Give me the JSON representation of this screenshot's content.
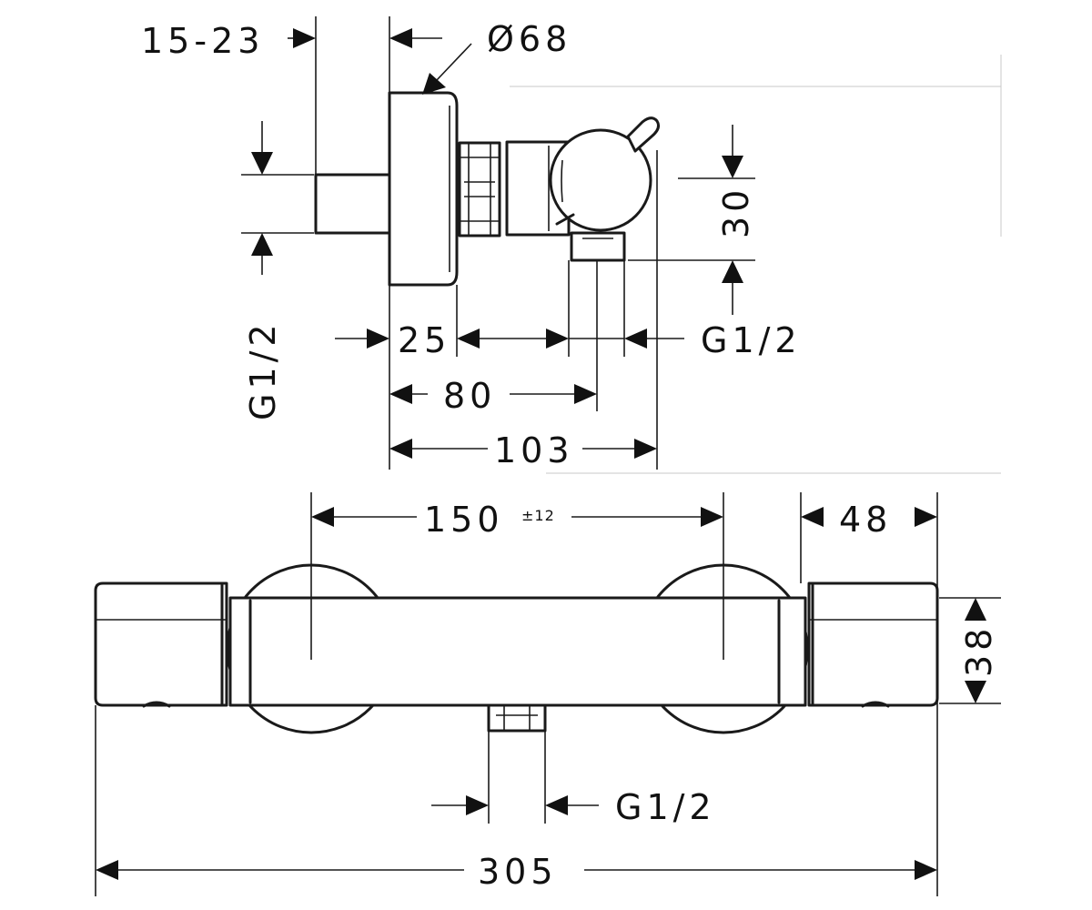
{
  "labels": {
    "wall_range": "15-23",
    "diameter": "Ø68",
    "height_30": "30",
    "side_thread": "G1/2",
    "d25": "25",
    "outlet_thread": "G1/2",
    "d80": "80",
    "d103": "103",
    "d150": "150",
    "d150_tol": "±12",
    "d48": "48",
    "d38": "38",
    "bottom_thread": "G1/2",
    "d305": "305"
  }
}
